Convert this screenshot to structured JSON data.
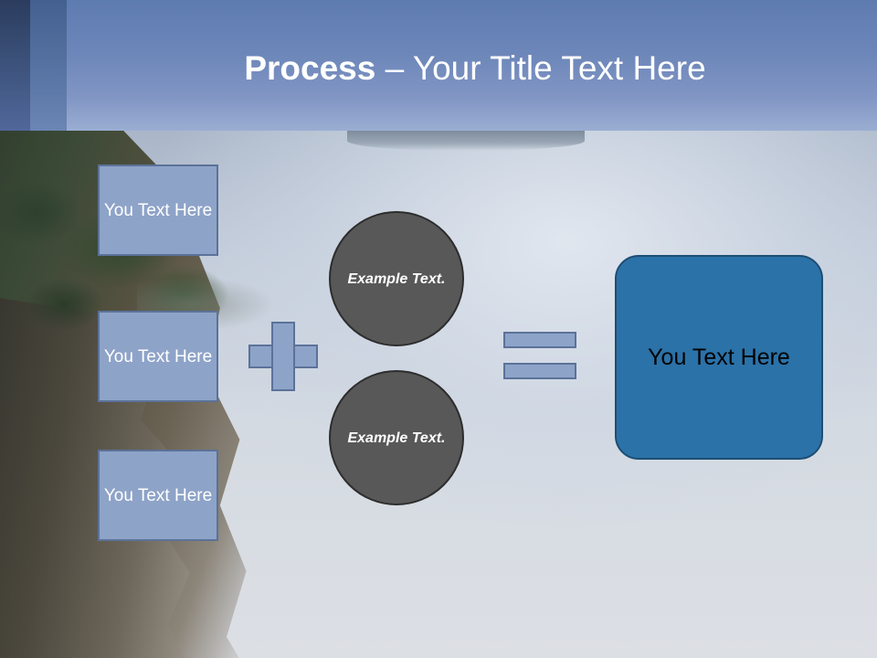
{
  "slide": {
    "title_bold": "Process",
    "title_rest": " – Your Title Text Here",
    "colors": {
      "header_gradient_top": "#5e7bb0",
      "header_gradient_bottom": "#9aaed3",
      "box_fill": "#8ea3c8",
      "box_border": "#5b7299",
      "circle_fill": "#585858",
      "circle_border": "#2d2d2d",
      "result_fill": "#2b72a8",
      "result_border": "#1d4e74",
      "title_text": "#ffffff"
    }
  },
  "diagram": {
    "input_boxes": [
      {
        "label": "You Text Here"
      },
      {
        "label": "You Text Here"
      },
      {
        "label": "You Text Here"
      }
    ],
    "plus_symbol": "+",
    "circles": [
      {
        "label": "Example Text."
      },
      {
        "label": "Example Text."
      }
    ],
    "equals_symbol": "=",
    "result": {
      "label": "You Text Here"
    }
  }
}
